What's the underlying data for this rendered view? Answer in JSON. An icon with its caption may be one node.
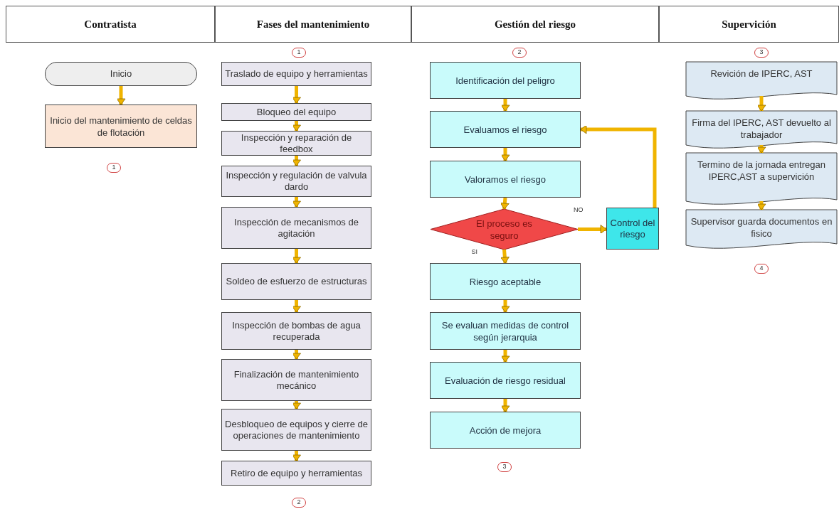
{
  "diagram": {
    "nodes": [
      {
        "text": [
          "Contratista"
        ]
      },
      {
        "text": [
          "Fases del mantenimiento"
        ]
      },
      {
        "text": [
          "Gestión del riesgo"
        ]
      },
      {
        "text": [
          "Supervición"
        ]
      },
      {
        "text": [
          "Inicio"
        ]
      },
      {
        "text": [
          "Inicio del mantenimiento de celdas de flotación"
        ]
      },
      {
        "text": [
          "Traslado de equipo y herramientas"
        ]
      },
      {
        "text": [
          "Bloqueo del equipo"
        ]
      },
      {
        "text": [
          "Inspección y reparación de feedbox"
        ]
      },
      {
        "text": [
          "Inspección y regulación de valvula dardo"
        ]
      },
      {
        "text": [
          "Inspección de mecanismos de agitación"
        ]
      },
      {
        "text": [
          "Soldeo de esfuerzo de estructuras"
        ]
      },
      {
        "text": [
          "Inspección de bombas de agua recuperada"
        ]
      },
      {
        "text": [
          "Finalización de mantenimiento mecánico"
        ]
      },
      {
        "text": [
          "Desbloqueo de equipos y cierre de operaciones de mantenimiento"
        ]
      },
      {
        "text": [
          "Retiro de equipo y herramientas"
        ]
      },
      {
        "text": [
          "Identificación del peligro"
        ]
      },
      {
        "text": [
          "Evaluamos el riesgo"
        ]
      },
      {
        "text": [
          "Valoramos el riesgo"
        ]
      },
      {
        "text": [
          "El proceso es seguro"
        ]
      },
      {
        "text": [
          "Control del riesgo"
        ]
      },
      {
        "text": [
          "Riesgo aceptable"
        ]
      },
      {
        "text": [
          "Se evaluan medidas de control según jerarquia"
        ]
      },
      {
        "text": [
          "Evaluación de riesgo residual"
        ]
      },
      {
        "text": [
          "Acción de mejora"
        ]
      },
      {
        "text": [
          "Revición de IPERC, AST"
        ]
      },
      {
        "text": [
          "Firma del IPERC, AST devuelto al trabajador"
        ]
      },
      {
        "text": [
          "Termino de la jornada entregan IPERC,AST a supervición"
        ]
      },
      {
        "text": [
          "Supervisor guarda documentos en fisico"
        ]
      }
    ],
    "edges": [
      {
        "from": 4,
        "to": 5,
        "arrow": "to"
      },
      {
        "from": 6,
        "to": 7,
        "arrow": "to"
      },
      {
        "from": 7,
        "to": 8,
        "arrow": "to"
      },
      {
        "from": 8,
        "to": 9,
        "arrow": "to"
      },
      {
        "from": 9,
        "to": 10,
        "arrow": "to"
      },
      {
        "from": 10,
        "to": 11,
        "arrow": "to"
      },
      {
        "from": 11,
        "to": 12,
        "arrow": "to"
      },
      {
        "from": 12,
        "to": 13,
        "arrow": "to"
      },
      {
        "from": 13,
        "to": 14,
        "arrow": "to"
      },
      {
        "from": 14,
        "to": 15,
        "arrow": "to"
      },
      {
        "from": 16,
        "to": 17,
        "arrow": "to"
      },
      {
        "from": 17,
        "to": 18,
        "arrow": "to"
      },
      {
        "from": 18,
        "to": 19,
        "arrow": "to"
      },
      {
        "from": 19,
        "to": 20,
        "arrow": "to",
        "label": "NO"
      },
      {
        "from": 20,
        "to": 17,
        "arrow": "to"
      },
      {
        "from": 19,
        "to": 21,
        "arrow": "to",
        "label": "SI"
      },
      {
        "from": 21,
        "to": 22,
        "arrow": "to"
      },
      {
        "from": 22,
        "to": 23,
        "arrow": "to"
      },
      {
        "from": 23,
        "to": 24,
        "arrow": "to"
      },
      {
        "from": 25,
        "to": 26,
        "arrow": "to"
      },
      {
        "from": 26,
        "to": 27,
        "arrow": "to"
      },
      {
        "from": 27,
        "to": 28,
        "arrow": "to"
      }
    ],
    "labels": [
      "1",
      "1",
      "2",
      "3",
      "4",
      "3",
      "2"
    ]
  }
}
